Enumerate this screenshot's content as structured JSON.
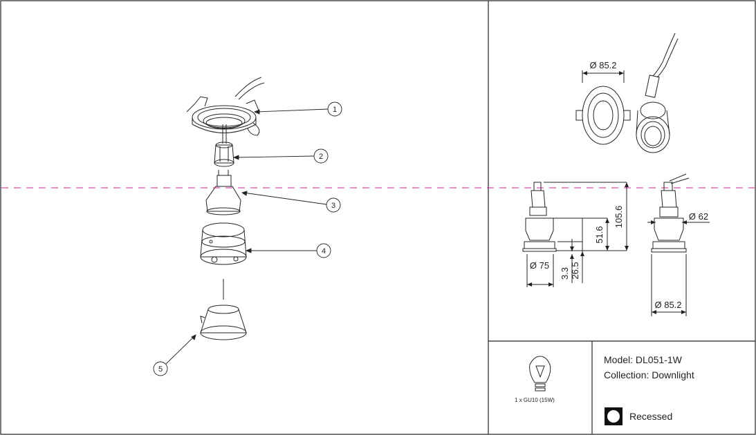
{
  "callouts": [
    "1",
    "2",
    "3",
    "4",
    "5"
  ],
  "dimensions": {
    "top_diameter": "Ø 85.2",
    "height_total": "105.6",
    "height_body": "51.6",
    "height_trim": "26.5",
    "trim_thickness": "3.3",
    "cutout_diameter": "Ø 75",
    "inner_diameter": "Ø 62",
    "outer_diameter": "Ø 85.2"
  },
  "info": {
    "bulb_label": "1 x GU10 (15W)",
    "model": "Model: DL051-1W",
    "collection": "Collection: Downlight",
    "mount_type": "Recessed"
  },
  "colors": {
    "guide_line": "#d0209a",
    "line": "#222222"
  },
  "icons": [
    "bulb-icon",
    "recessed-icon"
  ]
}
